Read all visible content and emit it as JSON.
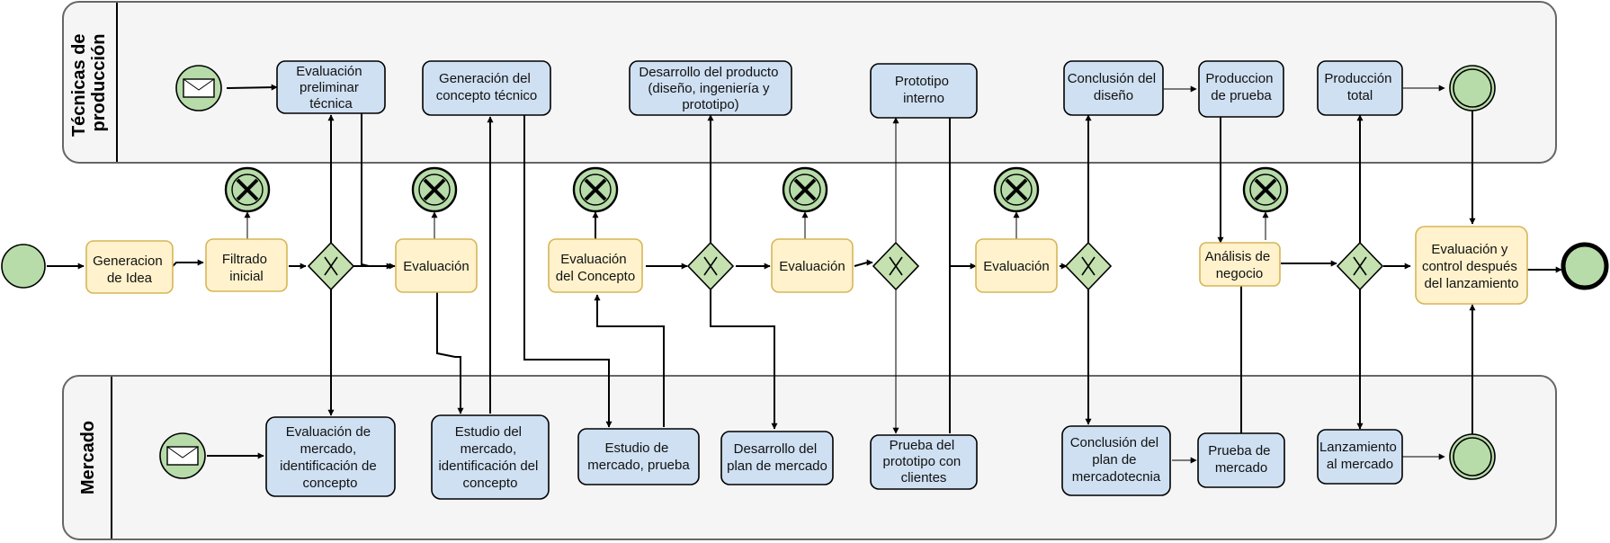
{
  "lanes": {
    "top": "Técnicas de producción",
    "bottom": "Mercado"
  },
  "tasks": {
    "generacion_idea": "Generacion de Idea",
    "filtrado_inicial": "Filtrado inicial",
    "evaluacion_1": "Evaluación",
    "evaluacion_concepto": "Evaluación del Concepto",
    "evaluacion_2": "Evaluación",
    "evaluacion_3": "Evaluación",
    "analisis_negocio": "Análisis de negocio",
    "evaluacion_control": "Evaluación y control después del lanzamiento",
    "eval_preliminar_tecnica": "Evaluación preliminar técnica",
    "generacion_concepto_tecnico": "Generación del concepto técnico",
    "desarrollo_producto": "Desarrollo del producto (diseño, ingeniería y prototipo)",
    "prototipo_interno": "Prototipo interno",
    "conclusion_diseno": "Conclusión del diseño",
    "produccion_prueba": "Produccion de prueba",
    "produccion_total": "Producción total",
    "eval_mercado_concepto": "Evaluación de mercado, identificación de concepto",
    "estudio_mercado_concepto": "Estudio del mercado, identificación del concepto",
    "estudio_mercado_prueba": "Estudio de mercado, prueba",
    "desarrollo_plan_mercado": "Desarrollo del plan de mercado",
    "prueba_prototipo_clientes": "Prueba del prototipo con clientes",
    "conclusion_plan_mercadotecnia": "Conclusión del plan de mercadotecnia",
    "prueba_mercado": "Prueba de mercado",
    "lanzamiento_mercado": "Lanzamiento al mercado"
  },
  "colors": {
    "task_blue": "#cfe0f2",
    "task_yellow": "#fff2cc",
    "task_yellow_border": "#d6b656",
    "event_green": "#b7dca9",
    "gateway_green": "#c5e1b0",
    "lane_fill": "#f5f5f5"
  },
  "icons": {
    "message_start": "envelope-icon",
    "terminate": "x-circle-icon",
    "gateway": "exclusive-gateway-icon"
  }
}
